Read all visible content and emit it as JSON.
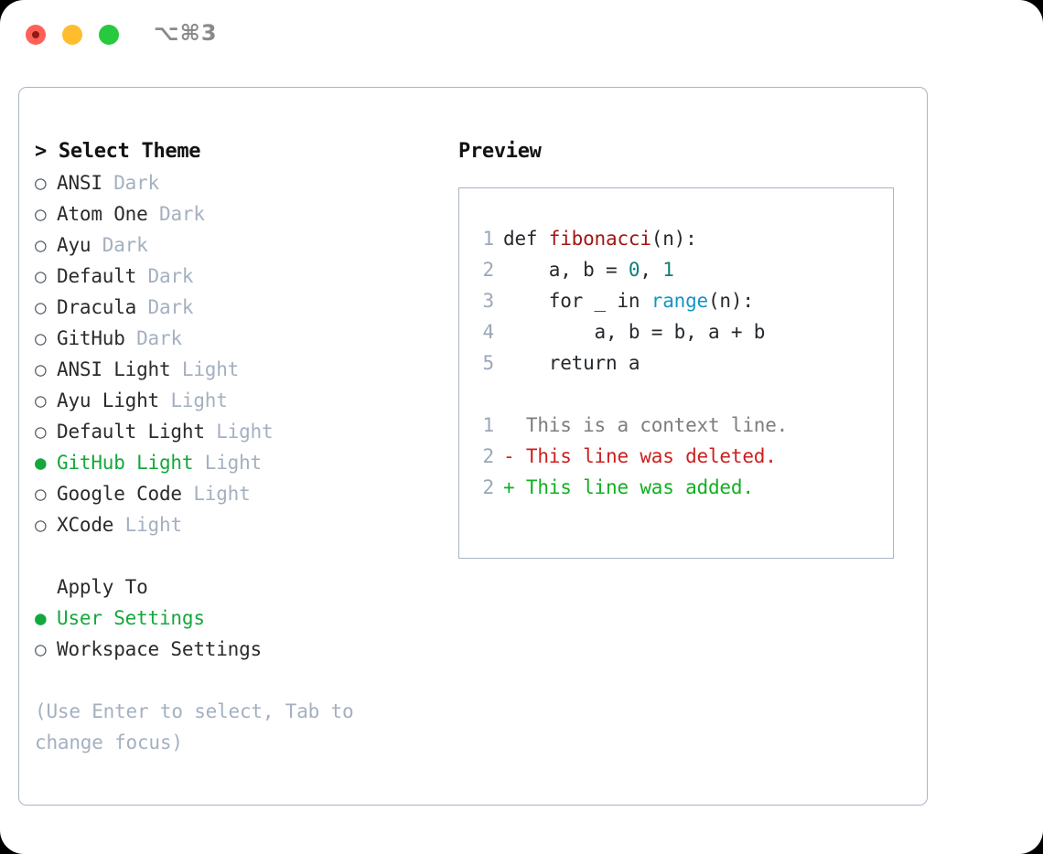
{
  "window": {
    "shortcut": "⌥⌘3",
    "traffic_lights": [
      "close-red",
      "minimize-yellow",
      "maximize-green"
    ]
  },
  "theme_panel": {
    "header": "> Select Theme",
    "bullet_selected": "●",
    "bullet_unselected": "○",
    "items": [
      {
        "name": "ANSI",
        "variant": "Dark",
        "selected": false
      },
      {
        "name": "Atom One",
        "variant": "Dark",
        "selected": false
      },
      {
        "name": "Ayu",
        "variant": "Dark",
        "selected": false
      },
      {
        "name": "Default",
        "variant": "Dark",
        "selected": false
      },
      {
        "name": "Dracula",
        "variant": "Dark",
        "selected": false
      },
      {
        "name": "GitHub",
        "variant": "Dark",
        "selected": false
      },
      {
        "name": "ANSI Light",
        "variant": "Light",
        "selected": false
      },
      {
        "name": "Ayu Light",
        "variant": "Light",
        "selected": false
      },
      {
        "name": "Default Light",
        "variant": "Light",
        "selected": false
      },
      {
        "name": "GitHub Light",
        "variant": "Light",
        "selected": true
      },
      {
        "name": "Google Code",
        "variant": "Light",
        "selected": false
      },
      {
        "name": "XCode",
        "variant": "Light",
        "selected": false
      }
    ]
  },
  "apply_to": {
    "header": "Apply To",
    "options": [
      {
        "label": "User Settings",
        "selected": true
      },
      {
        "label": "Workspace Settings",
        "selected": false
      }
    ]
  },
  "hint": "(Use Enter to select, Tab to change focus)",
  "preview": {
    "header": "Preview",
    "code_lines": [
      {
        "num": "1",
        "segments": [
          {
            "text": "def ",
            "cls": ""
          },
          {
            "text": "fibonacci",
            "cls": "tok-fn"
          },
          {
            "text": "(n):",
            "cls": ""
          }
        ]
      },
      {
        "num": "2",
        "segments": [
          {
            "text": "    a, b = ",
            "cls": ""
          },
          {
            "text": "0",
            "cls": "tok-num"
          },
          {
            "text": ", ",
            "cls": ""
          },
          {
            "text": "1",
            "cls": "tok-num"
          }
        ]
      },
      {
        "num": "3",
        "segments": [
          {
            "text": "    for _ in ",
            "cls": ""
          },
          {
            "text": "range",
            "cls": "tok-call"
          },
          {
            "text": "(n):",
            "cls": ""
          }
        ]
      },
      {
        "num": "4",
        "segments": [
          {
            "text": "        a, b = b, a + b",
            "cls": ""
          }
        ]
      },
      {
        "num": "5",
        "segments": [
          {
            "text": "    return a",
            "cls": ""
          }
        ]
      }
    ],
    "diff_lines": [
      {
        "num": "1",
        "marker": " ",
        "text": " This is a context line.",
        "kind": "diff-ctx"
      },
      {
        "num": "2",
        "marker": "-",
        "text": " This line was deleted.",
        "kind": "diff-del"
      },
      {
        "num": "2",
        "marker": "+",
        "text": " This line was added.",
        "kind": "diff-add"
      }
    ]
  },
  "colors": {
    "accent_green": "#14a83c",
    "muted": "#a4b0c0",
    "border": "#a9b4c4",
    "fn_red": "#a31515",
    "num_teal": "#0d7f76",
    "call_blue": "#1496c4",
    "diff_del": "#cc1f1f",
    "diff_add": "#11b021",
    "diff_ctx": "#7d7d7d"
  }
}
